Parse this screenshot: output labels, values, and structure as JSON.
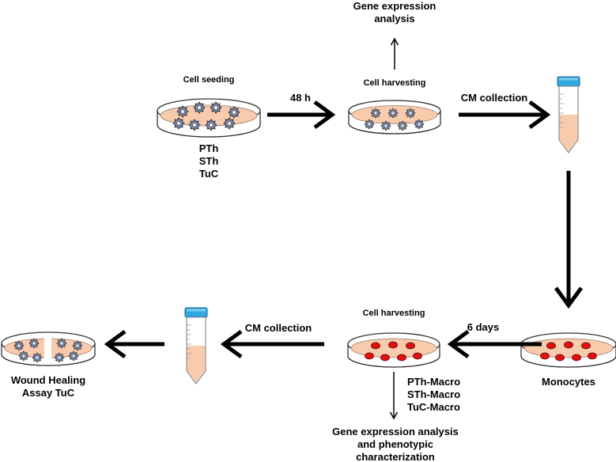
{
  "top": {
    "cell_seeding": "Cell seeding",
    "seeding_types": [
      "PTh",
      "STh",
      "TuC"
    ],
    "time_48h": "48 h",
    "cell_harvesting": "Cell harvesting",
    "gene_expression": [
      "Gene expression",
      "analysis"
    ],
    "cm_collection": "CM collection"
  },
  "bottom": {
    "monocytes": "Monocytes",
    "time_6days": "6 days",
    "cell_harvesting": "Cell harvesting",
    "macro_types": [
      "PTh-Macro",
      "STh-Macro",
      "TuC-Macro"
    ],
    "gene_expression": [
      "Gene expression analysis",
      "and phenotypic",
      "characterization"
    ],
    "cm_collection": "CM collection",
    "wound_healing": [
      "Wound Healing",
      "Assay TuC"
    ]
  },
  "colors": {
    "media": "#f8cbad",
    "tube_cap": "#2fa8e0",
    "red_cell": "#e01010",
    "tumor_cell": "#7a86a8",
    "arrow": "#000000"
  }
}
